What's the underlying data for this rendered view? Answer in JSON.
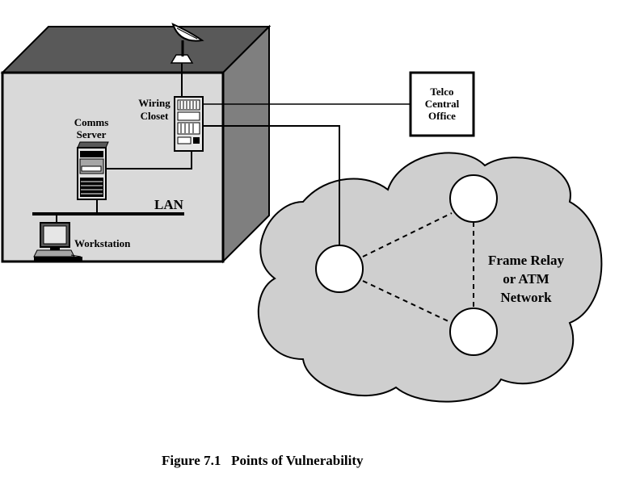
{
  "labels": {
    "wiring_closet": [
      "Wiring",
      "Closet"
    ],
    "comms_server": [
      "Comms",
      "Server"
    ],
    "lan": "LAN",
    "workstation": "Workstation",
    "telco": [
      "Telco",
      "Central",
      "Office"
    ],
    "network": [
      "Frame Relay",
      "or ATM",
      "Network"
    ]
  },
  "caption": {
    "number": "Figure 7.1",
    "title": "Points of Vulnerability"
  },
  "colors": {
    "building_face": "#d9d9d9",
    "building_roof": "#595959",
    "building_side": "#7f7f7f",
    "cloud": "#cfcfcf",
    "line": "#000000"
  }
}
